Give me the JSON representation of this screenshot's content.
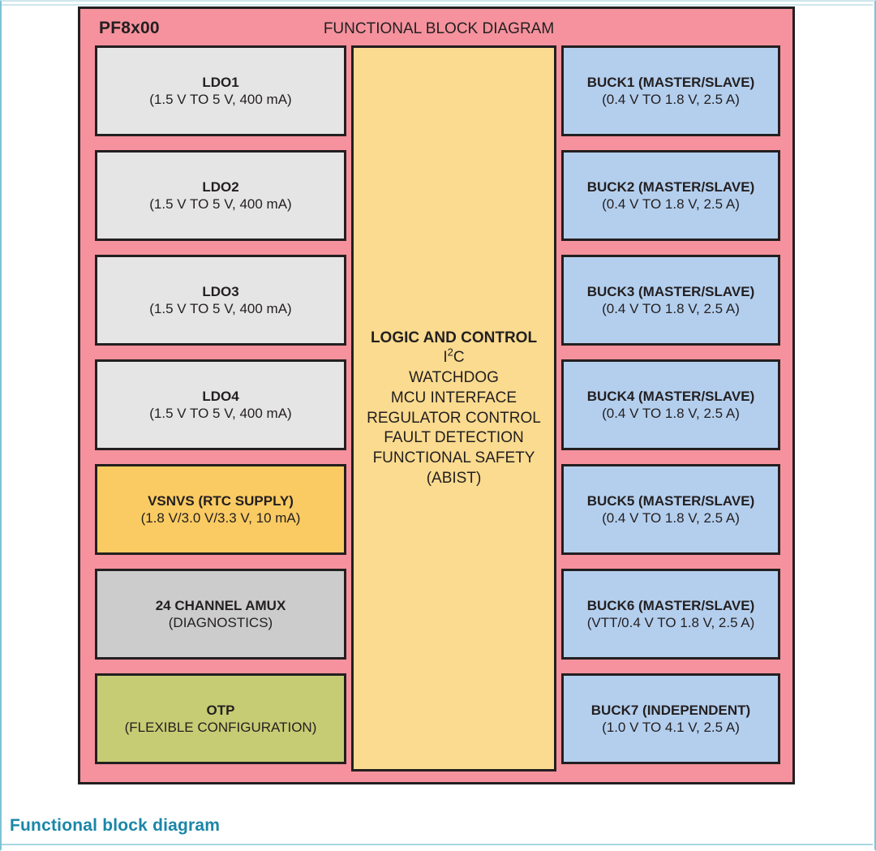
{
  "figure": {
    "device_name": "PF8x00",
    "diagram_title": "FUNCTIONAL BLOCK DIAGRAM",
    "caption": "Functional block diagram"
  },
  "colors": {
    "container": "#F5929D",
    "ldo": "#E5E5E5",
    "amux": "#CCCCCC",
    "vsnvs": "#FACB62",
    "otp": "#C6CC74",
    "buck": "#B4CFEE",
    "logic": "#FADB8F",
    "outline": "#231F20",
    "caption": "#1A86A8"
  },
  "left_column": [
    {
      "title": "LDO1",
      "sub": "(1.5 V TO 5 V, 400 mA)",
      "style": "gray-light"
    },
    {
      "title": "LDO2",
      "sub": "(1.5 V TO 5 V, 400 mA)",
      "style": "gray-light"
    },
    {
      "title": "LDO3",
      "sub": "(1.5 V TO 5 V, 400 mA)",
      "style": "gray-light"
    },
    {
      "title": "LDO4",
      "sub": "(1.5 V TO 5 V, 400 mA)",
      "style": "gray-light"
    },
    {
      "title": "VSNVS (RTC SUPPLY)",
      "sub": "(1.8 V/3.0 V/3.3 V, 10 mA)",
      "style": "amber"
    },
    {
      "title": "24 CHANNEL AMUX",
      "sub": "(DIAGNOSTICS)",
      "style": "gray-dark"
    },
    {
      "title": "OTP",
      "sub": "(FLEXIBLE CONFIGURATION)",
      "style": "olive"
    }
  ],
  "center_block": {
    "title": "LOGIC AND CONTROL",
    "lines": [
      "WATCHDOG",
      "MCU INTERFACE",
      "REGULATOR CONTROL",
      "FAULT DETECTION",
      "FUNCTIONAL SAFETY",
      "(ABIST)"
    ],
    "i2c_prefix": "I",
    "i2c_superscript": "2",
    "i2c_suffix": "C"
  },
  "right_column": [
    {
      "title": "BUCK1 (MASTER/SLAVE)",
      "sub": "(0.4 V TO 1.8 V, 2.5 A)",
      "style": "blue"
    },
    {
      "title": "BUCK2 (MASTER/SLAVE)",
      "sub": "(0.4 V TO 1.8 V, 2.5 A)",
      "style": "blue"
    },
    {
      "title": "BUCK3 (MASTER/SLAVE)",
      "sub": "(0.4 V TO 1.8 V, 2.5 A)",
      "style": "blue"
    },
    {
      "title": "BUCK4 (MASTER/SLAVE)",
      "sub": "(0.4 V TO 1.8 V, 2.5 A)",
      "style": "blue"
    },
    {
      "title": "BUCK5 (MASTER/SLAVE)",
      "sub": "(0.4 V TO 1.8 V, 2.5 A)",
      "style": "blue"
    },
    {
      "title": "BUCK6 (MASTER/SLAVE)",
      "sub": "(VTT/0.4 V TO 1.8 V, 2.5 A)",
      "style": "blue"
    },
    {
      "title": "BUCK7 (INDEPENDENT)",
      "sub": "(1.0 V TO 4.1 V, 2.5 A)",
      "style": "blue"
    }
  ]
}
